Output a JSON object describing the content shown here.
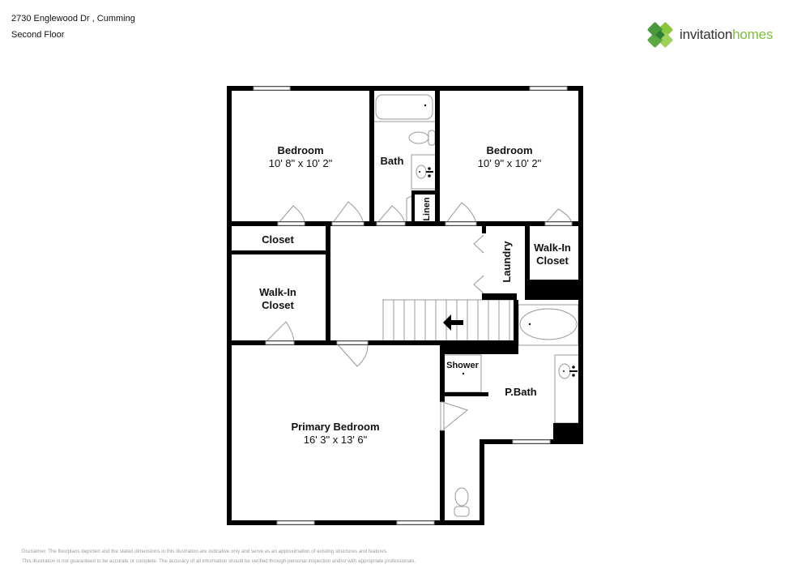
{
  "header": {
    "address": "2730 Englewood Dr , Cumming",
    "floor": "Second Floor"
  },
  "logo": {
    "icon": "clover-logo-icon",
    "word1": "invitation",
    "word2": "homes",
    "colors": {
      "light": "#8cc63f",
      "mid": "#5aa844",
      "dark": "#2e7d32",
      "text": "#333333",
      "accent": "#7dbd3f"
    }
  },
  "rooms": {
    "bedroom_left": {
      "name": "Bedroom",
      "dims": "10' 8\" x 10' 2\""
    },
    "bath": {
      "name": "Bath"
    },
    "linen": {
      "name": "Linen"
    },
    "bedroom_right": {
      "name": "Bedroom",
      "dims": "10' 9\" x 10' 2\""
    },
    "closet": {
      "name": "Closet"
    },
    "walkin_left": {
      "line1": "Walk-In",
      "line2": "Closet"
    },
    "laundry": {
      "name": "Laundry"
    },
    "walkin_right": {
      "line1": "Walk-In",
      "line2": "Closet"
    },
    "shower": {
      "name": "Shower"
    },
    "pbath": {
      "name": "P.Bath"
    },
    "primary_bedroom": {
      "name": "Primary Bedroom",
      "dims": "16' 3\" x 13' 6\""
    }
  },
  "disclaimer": {
    "line1": "Disclaimer: The floorplans depicted and the stated dimensions in this illustration are indicative only and serve as an approximation of existing structures and features.",
    "line2": "This illustration is not guaranteed to be accurate or complete. The accuracy of all information should be verified through personal inspection and/or with appropriate professionals."
  }
}
